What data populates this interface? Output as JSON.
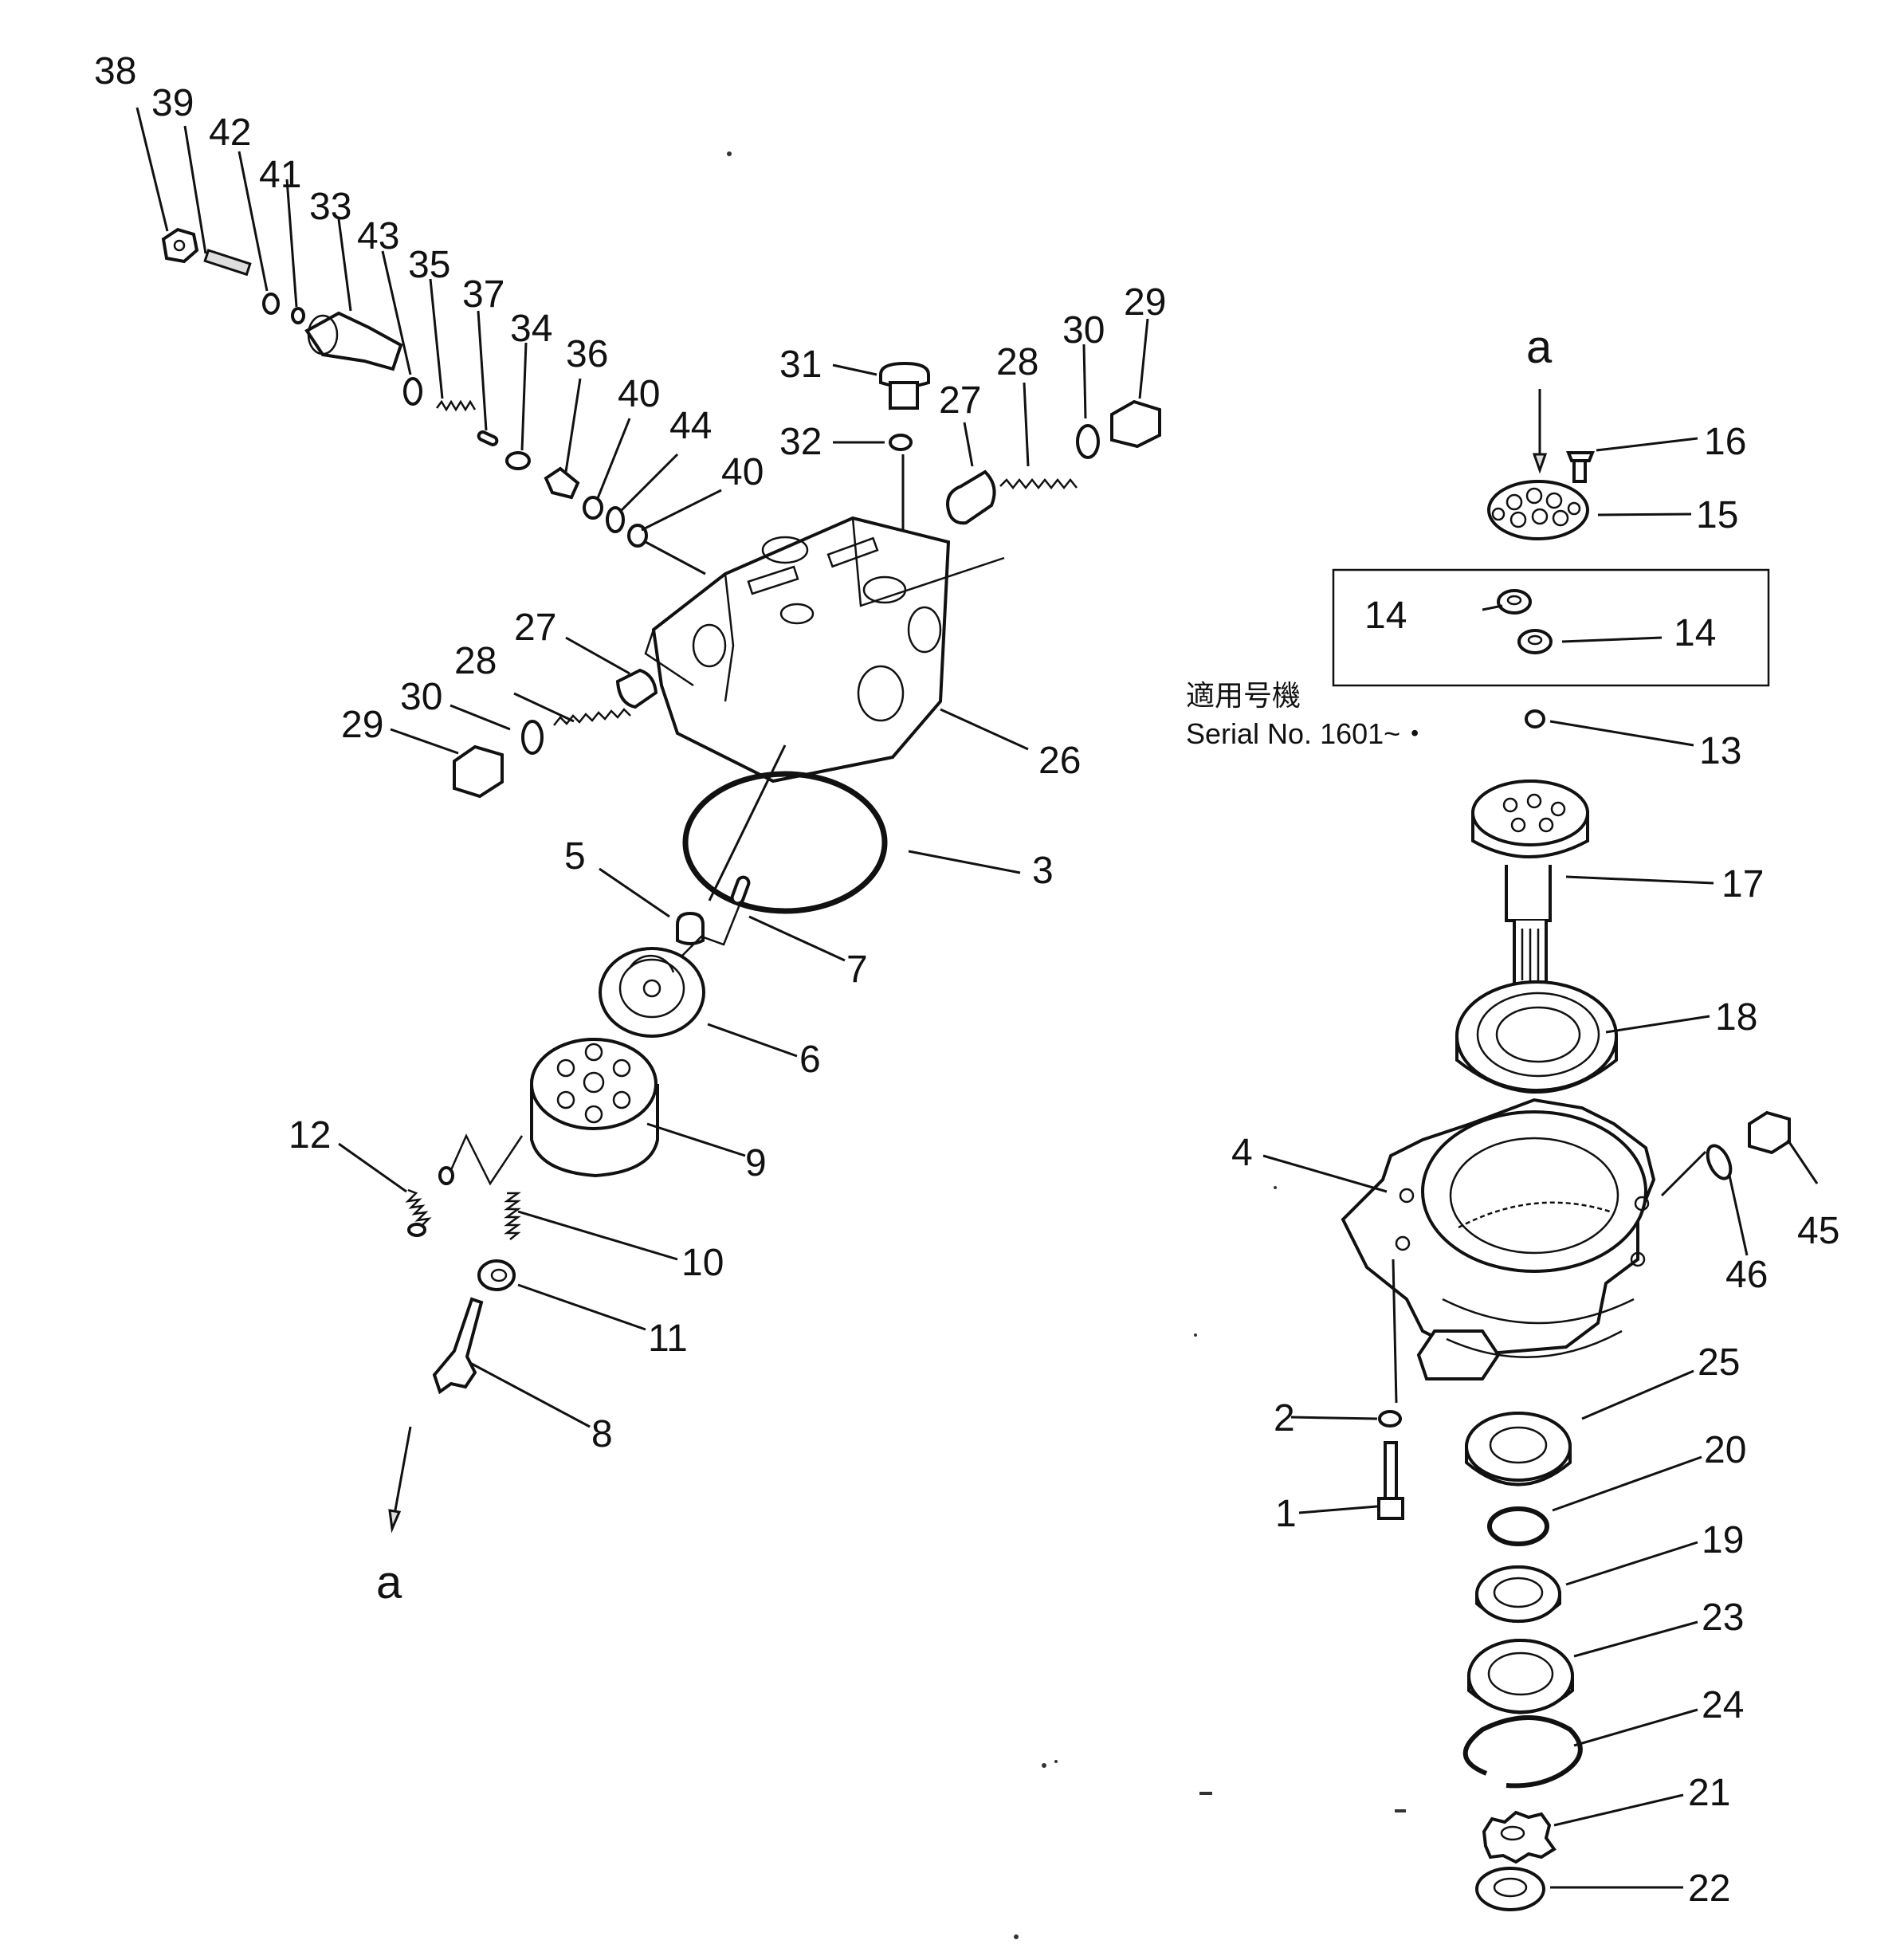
{
  "diagram": {
    "callouts": [
      "1",
      "2",
      "3",
      "4",
      "5",
      "6",
      "7",
      "8",
      "9",
      "10",
      "11",
      "12",
      "13",
      "14",
      "15",
      "16",
      "17",
      "18",
      "19",
      "20",
      "21",
      "22",
      "23",
      "24",
      "25",
      "26",
      "27",
      "28",
      "29",
      "30",
      "31",
      "32",
      "33",
      "34",
      "35",
      "36",
      "37",
      "38",
      "39",
      "40",
      "41",
      "42",
      "43",
      "44",
      "45",
      "46"
    ],
    "view_marker": "a",
    "serial_note": {
      "line1": "適用号機",
      "line2": "Serial No. 1601~・"
    }
  }
}
